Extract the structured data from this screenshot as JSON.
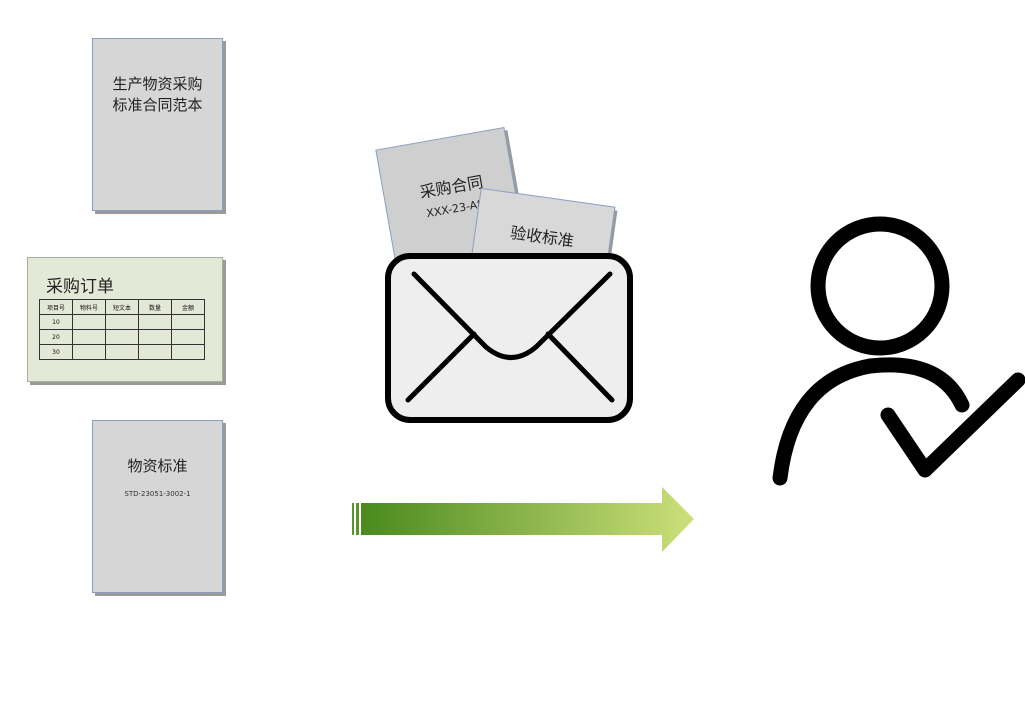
{
  "documents": {
    "contract_template": {
      "line1": "生产物资采购",
      "line2": "标准合同范本"
    },
    "material_standard": {
      "title": "物资标准",
      "code": "STD-23051-3002-1"
    }
  },
  "purchase_order": {
    "title": "采购订单",
    "headers": [
      "项目号",
      "物料号",
      "短文本",
      "数量",
      "金额"
    ],
    "rows": [
      "10",
      "20",
      "30"
    ]
  },
  "envelope": {
    "contract_card": {
      "title": "采购合同",
      "code": "XXX-23-A8"
    },
    "acceptance_card": {
      "title": "验收标准"
    }
  },
  "colors": {
    "arrow_start": "#4a8a1e",
    "arrow_end": "#cde07a",
    "document_fill": "#d6d6d6",
    "po_fill": "#e4e8d6"
  },
  "icons": {
    "envelope": "envelope-icon",
    "user_check": "user-check-icon",
    "arrow": "right-arrow-icon"
  }
}
